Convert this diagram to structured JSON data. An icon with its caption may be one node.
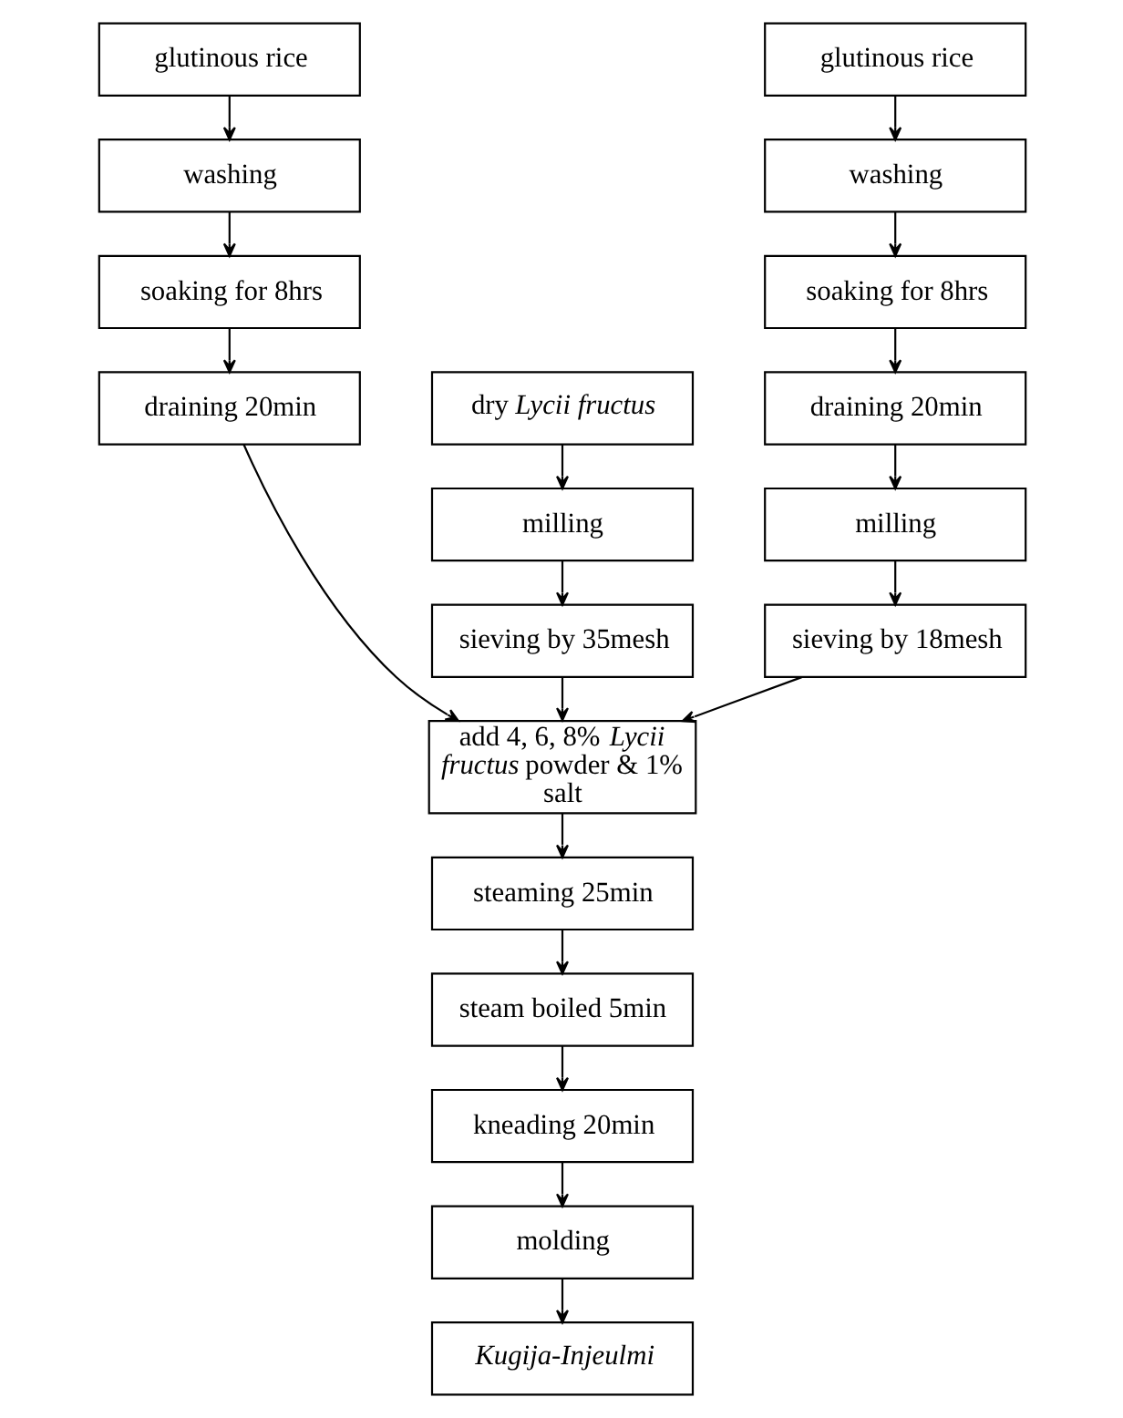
{
  "diagram": {
    "nodes": [
      {
        "text": [
          "glutinous rice"
        ]
      },
      {
        "text": [
          "washing"
        ]
      },
      {
        "text": [
          "soaking for 8hrs"
        ]
      },
      {
        "text": [
          "draining 20min"
        ]
      },
      {
        "text": [
          "dry *Lycii fructus*"
        ]
      },
      {
        "text": [
          "milling"
        ]
      },
      {
        "text": [
          "sieving by 35mesh"
        ]
      },
      {
        "text": [
          "glutinous rice"
        ]
      },
      {
        "text": [
          "washing"
        ]
      },
      {
        "text": [
          "soaking for 8hrs"
        ]
      },
      {
        "text": [
          "draining 20min"
        ]
      },
      {
        "text": [
          "milling"
        ]
      },
      {
        "text": [
          "sieving by 18mesh"
        ]
      },
      {
        "text": [
          "add 4, 6, 8% *Lycii fructus* powder & 1% salt"
        ]
      },
      {
        "text": [
          "steaming 25min"
        ]
      },
      {
        "text": [
          "steam boiled 5min"
        ]
      },
      {
        "text": [
          "kneading 20min"
        ]
      },
      {
        "text": [
          "molding"
        ]
      },
      {
        "text": [
          "Kugija-Injeulmi"
        ]
      }
    ],
    "edges": [
      {
        "from": 0,
        "to": 1,
        "arrow": "to"
      },
      {
        "from": 1,
        "to": 2,
        "arrow": "to"
      },
      {
        "from": 2,
        "to": 3,
        "arrow": "to"
      },
      {
        "from": 3,
        "to": 13,
        "arrow": "to"
      },
      {
        "from": 4,
        "to": 5,
        "arrow": "to"
      },
      {
        "from": 5,
        "to": 6,
        "arrow": "to"
      },
      {
        "from": 6,
        "to": 13,
        "arrow": "to"
      },
      {
        "from": 7,
        "to": 8,
        "arrow": "to"
      },
      {
        "from": 8,
        "to": 9,
        "arrow": "to"
      },
      {
        "from": 9,
        "to": 10,
        "arrow": "to"
      },
      {
        "from": 10,
        "to": 11,
        "arrow": "to"
      },
      {
        "from": 11,
        "to": 12,
        "arrow": "to"
      },
      {
        "from": 12,
        "to": 13,
        "arrow": "to"
      },
      {
        "from": 13,
        "to": 14,
        "arrow": "to"
      },
      {
        "from": 14,
        "to": 15,
        "arrow": "to"
      },
      {
        "from": 15,
        "to": 16,
        "arrow": "to"
      },
      {
        "from": 16,
        "to": 17,
        "arrow": "to"
      },
      {
        "from": 17,
        "to": 18,
        "arrow": "to"
      }
    ]
  }
}
